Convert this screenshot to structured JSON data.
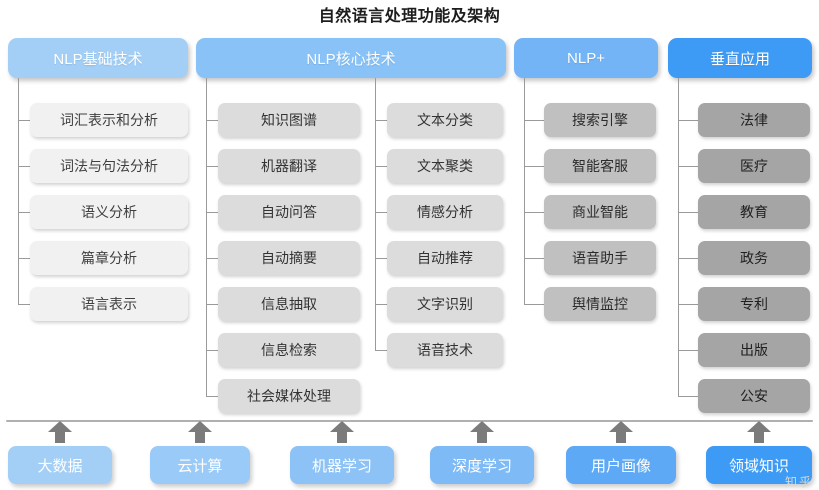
{
  "title": "自然语言处理功能及架构",
  "palette": {
    "header_1": "#A3CFF7",
    "header_2": "#88C2F7",
    "header_3": "#72B4F6",
    "header_4": "#3D9BF5",
    "item_1_bg": "#F1F1F1",
    "item_2_bg": "#DCDCDC",
    "item_3_bg": "#C0C0C0",
    "item_4_bg": "#A5A5A5",
    "item_1_fg": "#3f3f3f",
    "item_2_fg": "#333333",
    "item_3_fg": "#2b2b2b",
    "item_4_fg": "#1f1f1f",
    "line": "#9a9a9a",
    "arrow": "#7b7b7b",
    "divider": "#b0b0b0"
  },
  "columns": [
    {
      "id": "nlp-basic",
      "header": "NLP基础技术",
      "groups": [
        {
          "items": [
            "词汇表示和分析",
            "词法与句法分析",
            "语义分析",
            "篇章分析",
            "语言表示"
          ]
        }
      ]
    },
    {
      "id": "nlp-core",
      "header": "NLP核心技术",
      "groups": [
        {
          "items": [
            "知识图谱",
            "机器翻译",
            "自动问答",
            "自动摘要",
            "信息抽取",
            "信息检索",
            "社会媒体处理"
          ]
        },
        {
          "items": [
            "文本分类",
            "文本聚类",
            "情感分析",
            "自动推荐",
            "文字识别",
            "语音技术"
          ]
        }
      ]
    },
    {
      "id": "nlp-plus",
      "header": "NLP+",
      "groups": [
        {
          "items": [
            "搜索引擎",
            "智能客服",
            "商业智能",
            "语音助手",
            "舆情监控"
          ]
        }
      ]
    },
    {
      "id": "vertical-apps",
      "header": "垂直应用",
      "groups": [
        {
          "items": [
            "法律",
            "医疗",
            "教育",
            "政务",
            "专利",
            "出版",
            "公安"
          ]
        }
      ]
    }
  ],
  "foundations": [
    "大数据",
    "云计算",
    "机器学习",
    "深度学习",
    "用户画像",
    "领域知识"
  ],
  "watermark": "知乎"
}
